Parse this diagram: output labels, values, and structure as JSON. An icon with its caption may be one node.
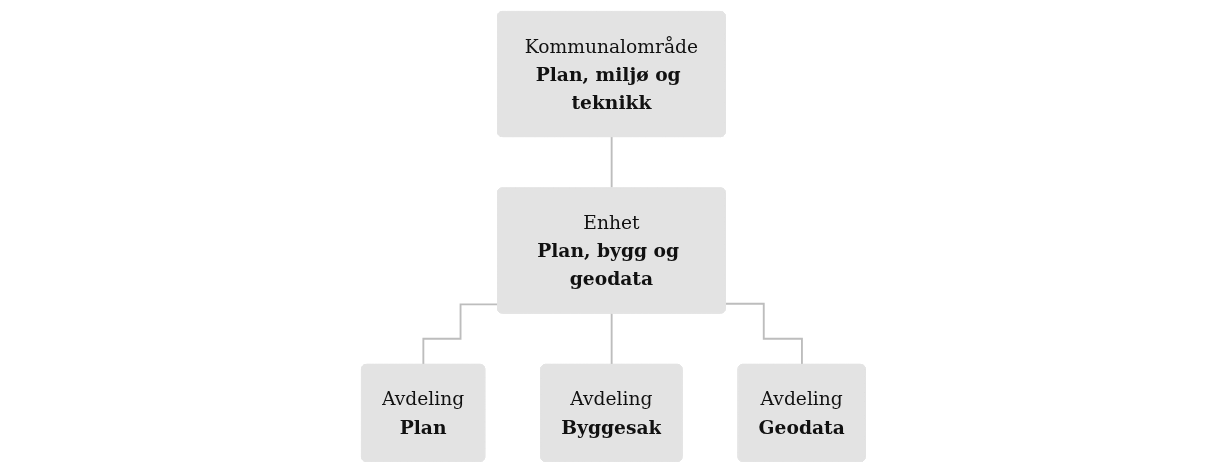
{
  "diagram": {
    "nodes": [
      {
        "text": [
          "Kommunalområde",
          "Plan, miljø og teknikk"
        ]
      },
      {
        "text": [
          "Enhet",
          "Plan, bygg og geodata"
        ]
      },
      {
        "text": [
          "Avdeling",
          "Plan"
        ]
      },
      {
        "text": [
          "Avdeling",
          "Byggesak"
        ]
      },
      {
        "text": [
          "Avdeling",
          "Geodata"
        ]
      }
    ],
    "edges": [
      {
        "from": 0,
        "to": 1,
        "arrow": "none"
      },
      {
        "from": 1,
        "to": 2,
        "arrow": "none"
      },
      {
        "from": 1,
        "to": 3,
        "arrow": "none"
      },
      {
        "from": 1,
        "to": 4,
        "arrow": "none"
      }
    ]
  }
}
